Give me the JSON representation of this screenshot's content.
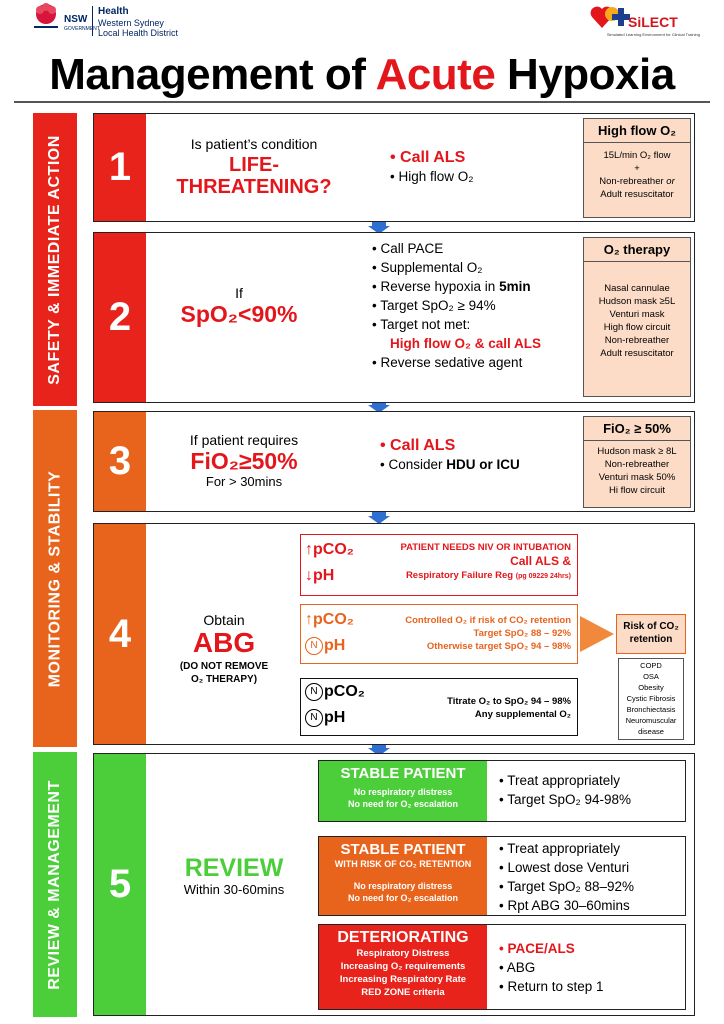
{
  "header": {
    "logo_left": {
      "nsw": "NSW",
      "government": "GOVERNMENT",
      "health": "Health",
      "district_line1": "Western Sydney",
      "district_line2": "Local Health District"
    },
    "logo_right": {
      "name": "SiLECT",
      "subtitle": "Simulated Learning Environment for Clinical Training"
    },
    "title_pre": "Management of",
    "title_accent": "Acute",
    "title_post": "Hypoxia"
  },
  "bands": {
    "safety": "SAFETY & IMMEDIATE ACTION",
    "monitoring": "MONITORING & STABILITY",
    "review": "REVIEW & MANAGEMENT"
  },
  "colors": {
    "red": "#e8231b",
    "orange": "#e8631c",
    "green": "#4cce3a",
    "peach": "#fcdcc7"
  },
  "step1": {
    "number": "1",
    "question": "Is patient’s condition",
    "emph_line1": "LIFE-",
    "emph_line2": "THREATENING?",
    "bullets": [
      {
        "pre": "Call",
        "emph": "ALS"
      },
      {
        "text": "High flow O₂"
      }
    ],
    "panel": {
      "title": "High flow O₂",
      "lines": [
        "15L/min O₂ flow",
        "+",
        "Non-rebreather",
        "or",
        "Adult resuscitator"
      ]
    }
  },
  "step2": {
    "number": "2",
    "if": "If",
    "condition": "SpO₂<90%",
    "bullets": [
      "Call PACE",
      "Supplemental O₂",
      "Reverse hypoxia in",
      "5min",
      "Target SpO₂ ≥ 94%",
      "Target not met:",
      "High flow O₂ & call ALS",
      "Reverse sedative agent"
    ],
    "panel": {
      "title": "O₂ therapy",
      "lines": [
        "Nasal cannulae",
        "Hudson mask ≥5L",
        "Venturi mask",
        "High flow circuit",
        "Non-rebreather",
        "Adult resuscitator"
      ]
    }
  },
  "step3": {
    "number": "3",
    "condition_line": "If patient requires",
    "emph": "FiO₂≥50%",
    "duration": "For > 30mins",
    "bullets": [
      {
        "pre": "Call",
        "emph": "ALS"
      },
      {
        "pre": "Consider",
        "emph": "HDU or ICU"
      }
    ],
    "panel": {
      "title": "FiO₂ ≥ 50%",
      "lines": [
        "Hudson mask  ≥ 8L",
        "Non-rebreather",
        "Venturi mask 50%",
        "Hi flow circuit"
      ]
    }
  },
  "step4": {
    "number": "4",
    "obtain": "Obtain",
    "emph": "ABG",
    "note_line1": "(DO NOT REMOVE",
    "note_line2": "O₂ THERAPY)",
    "boxA": {
      "arrow1": "↑",
      "gas1": "pCO₂",
      "arrow2": "↓",
      "gas2": "pH",
      "line1": "PATIENT NEEDS NIV OR INTUBATION",
      "line2": "Call ALS &",
      "line3": "Respiratory Failure Reg",
      "line3_small": "(pg 09229 24hrs)"
    },
    "boxB": {
      "arrow1": "↑",
      "gas1": "pCO₂",
      "n": "N",
      "gas2": "pH",
      "line1": "Controlled O₂ if risk of CO₂ retention",
      "line2": "Target SpO₂ 88 – 92%",
      "line3": "Otherwise target SpO₂ 94 – 98%"
    },
    "boxC": {
      "n1": "N",
      "gas1": "pCO₂",
      "n2": "N",
      "gas2": "pH",
      "line1": "Titrate O₂ to SpO₂ 94 – 98%",
      "line2": "Any supplemental O₂"
    },
    "risk": {
      "title_line1": "Risk of CO₂",
      "title_line2": "retention",
      "items": [
        "COPD",
        "OSA",
        "Obesity",
        "Cystic Fibrosis",
        "Bronchiectasis",
        "Neuromuscular",
        "disease"
      ]
    }
  },
  "step5": {
    "number": "5",
    "emph": "REVIEW",
    "within": "Within 30-60mins",
    "stable": {
      "title": "STABLE PATIENT",
      "lines": [
        "No respiratory distress",
        "No need for O₂ escalation"
      ],
      "bullets": [
        "Treat appropriately",
        "Target SpO₂ 94-98%"
      ]
    },
    "stable_risk": {
      "title": "STABLE PATIENT",
      "subtitle": "WITH RISK OF CO₂ RETENTION",
      "lines": [
        "No respiratory distress",
        "No need for O₂ escalation"
      ],
      "bullets": [
        "Treat appropriately",
        "Lowest dose Venturi",
        "Target SpO₂ 88–92%",
        "Rpt ABG 30–60mins"
      ]
    },
    "deteriorating": {
      "title": "DETERIORATING",
      "lines": [
        "Respiratory Distress",
        "Increasing O₂ requirements",
        "Increasing Respiratory Rate",
        "RED ZONE criteria"
      ],
      "bullets": [
        "PACE/ALS",
        "ABG",
        "Return to step 1"
      ]
    }
  }
}
